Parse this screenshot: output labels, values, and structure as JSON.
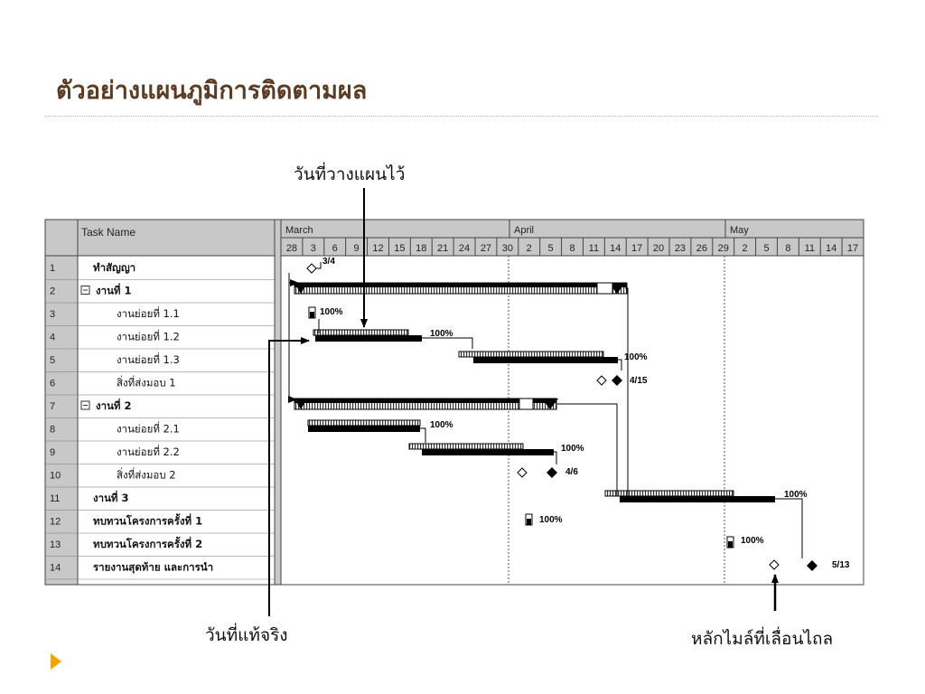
{
  "slide": {
    "title": "ตัวอย่างแผนภูมิการติดตามผล",
    "accent_color": "#f0a30a",
    "title_color": "#5b3c22"
  },
  "gantt": {
    "task_header": "Task Name",
    "months": [
      "March",
      "April",
      "May"
    ],
    "days": [
      "28",
      "3",
      "6",
      "9",
      "12",
      "15",
      "18",
      "21",
      "24",
      "27",
      "30",
      "2",
      "5",
      "8",
      "11",
      "14",
      "17",
      "20",
      "23",
      "26",
      "29",
      "2",
      "5",
      "8",
      "11",
      "14",
      "17"
    ],
    "tasks": [
      {
        "id": "1",
        "name": "ทำสัญญา",
        "bold": true,
        "indent": 1,
        "summary": false
      },
      {
        "id": "2",
        "name": "งานที่ 1",
        "bold": true,
        "indent": 0,
        "summary": true
      },
      {
        "id": "3",
        "name": "งานย่อยที่ 1.1",
        "bold": false,
        "indent": 2,
        "summary": false
      },
      {
        "id": "4",
        "name": "งานย่อยที่ 1.2",
        "bold": false,
        "indent": 2,
        "summary": false
      },
      {
        "id": "5",
        "name": "งานย่อยที่ 1.3",
        "bold": false,
        "indent": 2,
        "summary": false
      },
      {
        "id": "6",
        "name": "สิ่งที่ส่งมอบ 1",
        "bold": false,
        "indent": 2,
        "summary": false
      },
      {
        "id": "7",
        "name": "งานที่ 2",
        "bold": true,
        "indent": 0,
        "summary": true
      },
      {
        "id": "8",
        "name": "งานย่อยที่ 2.1",
        "bold": false,
        "indent": 2,
        "summary": false
      },
      {
        "id": "9",
        "name": "งานย่อยที่ 2.2",
        "bold": false,
        "indent": 2,
        "summary": false
      },
      {
        "id": "10",
        "name": "สิ่งที่ส่งมอบ 2",
        "bold": false,
        "indent": 2,
        "summary": false
      },
      {
        "id": "11",
        "name": "งานที่ 3",
        "bold": true,
        "indent": 1,
        "summary": false
      },
      {
        "id": "12",
        "name": "ทบทวนโครงการครั้งที่ 1",
        "bold": true,
        "indent": 1,
        "summary": false
      },
      {
        "id": "13",
        "name": "ทบทวนโครงการครั้งที่ 2",
        "bold": true,
        "indent": 1,
        "summary": false
      },
      {
        "id": "14",
        "name": "รายงานสุดท้าย และการนำ",
        "bold": true,
        "indent": 1,
        "summary": false
      }
    ],
    "labels": {
      "t1_date": "3/4",
      "t3_pct": "100%",
      "t4_pct": "100%",
      "t5_pct": "100%",
      "t6_date": "4/15",
      "t8_pct": "100%",
      "t9_pct": "100%",
      "t10_date": "4/6",
      "t11_pct": "100%",
      "t12_pct": "100%",
      "t13_pct": "100%",
      "t14_date": "5/13"
    }
  },
  "annotations": {
    "planned": "วันที่วางแผนไว้",
    "actual": "วันที่แท้จริง",
    "milestone": "หลักไมล์ที่เลื่อนไถล"
  }
}
